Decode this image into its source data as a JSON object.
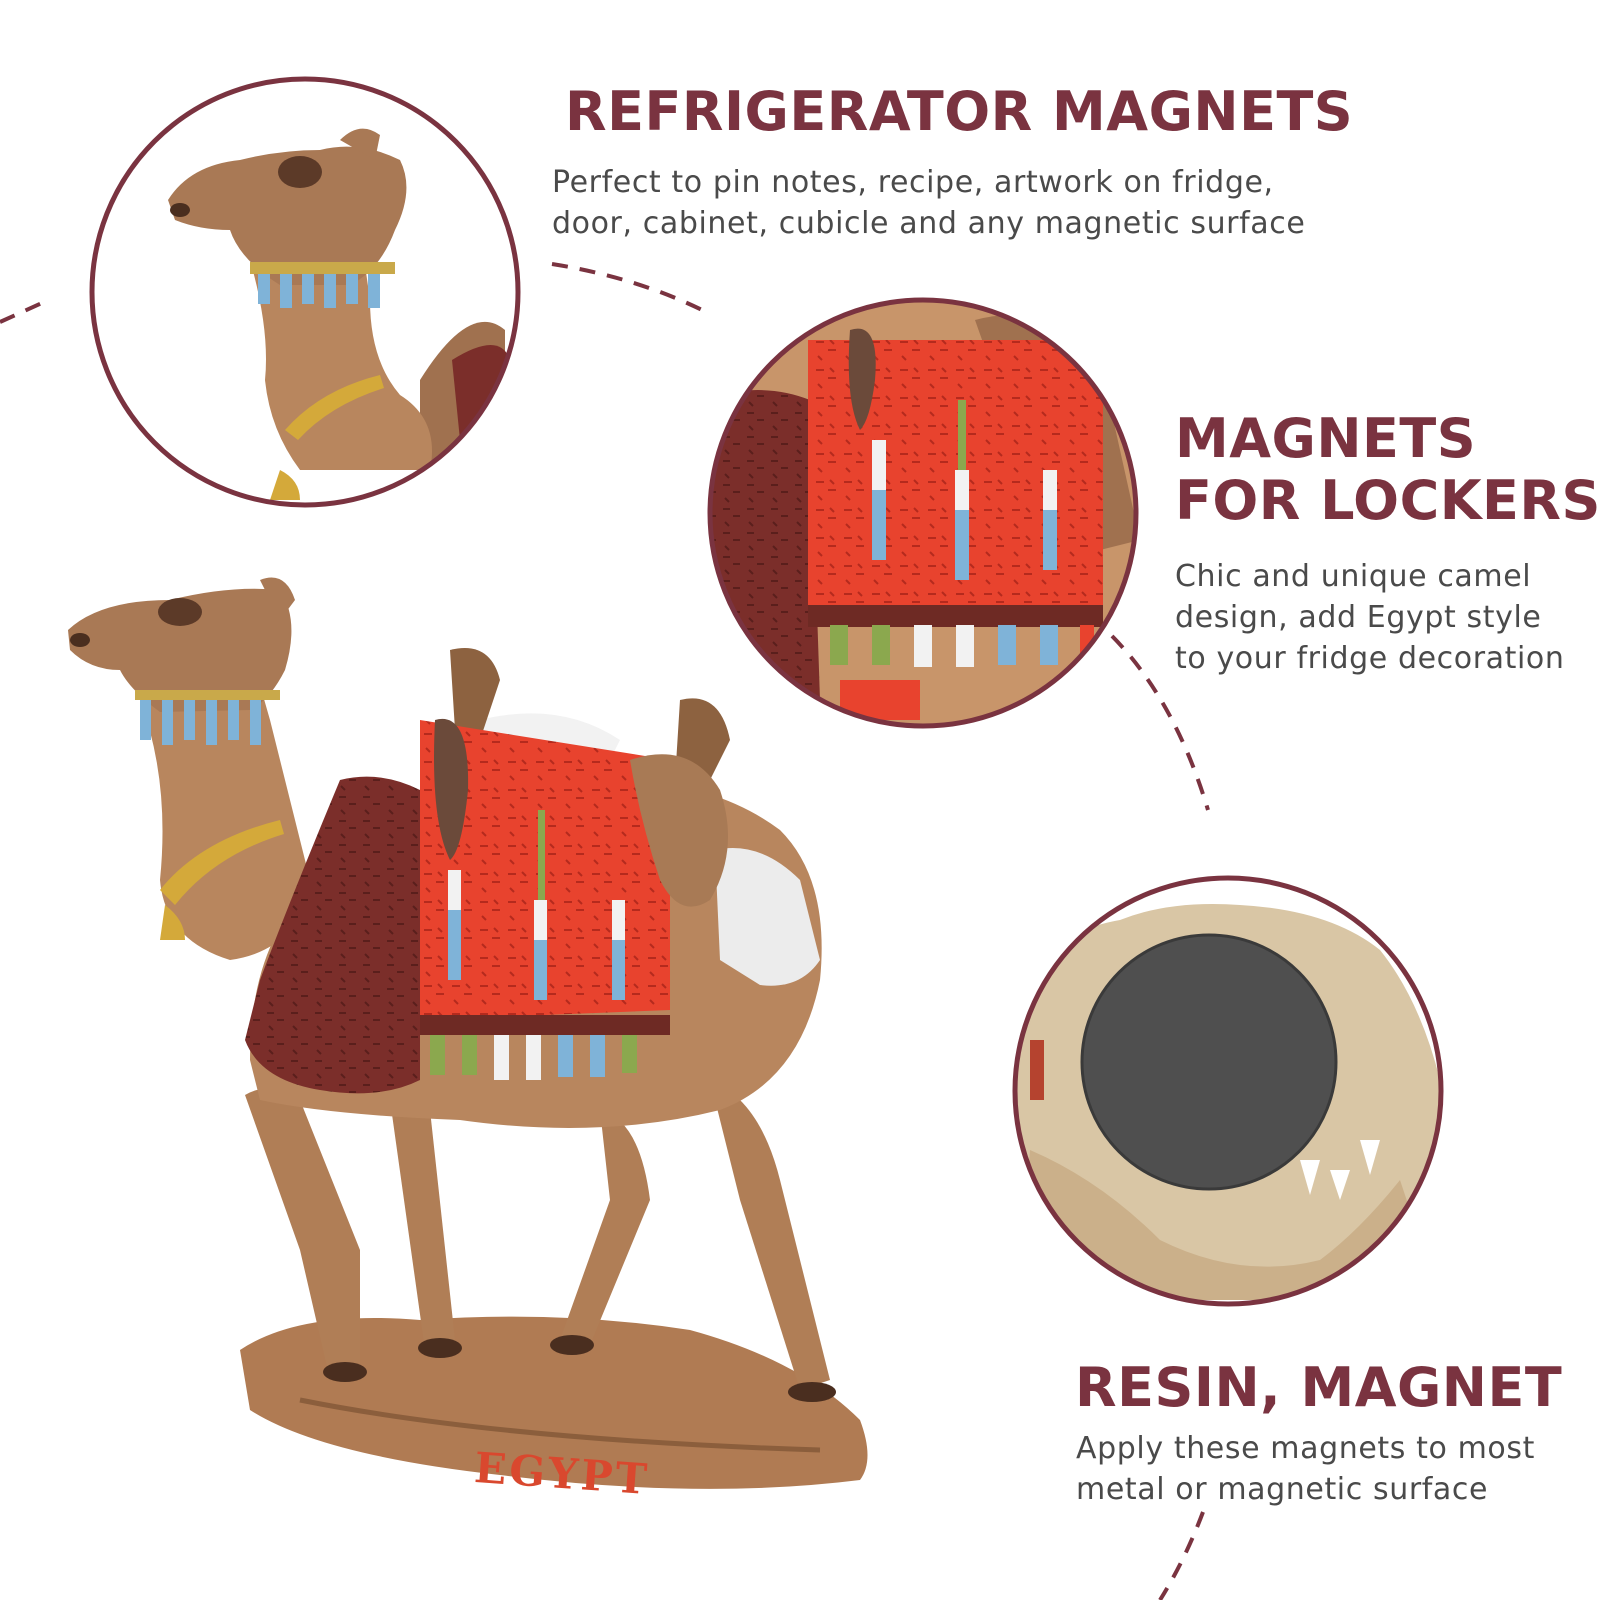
{
  "theme": {
    "accent": "#7a3340",
    "text_dark": "#4a4a4a",
    "camel_tan": "#b8865e",
    "blanket_red": "#e8432e",
    "blanket_maroon": "#7b2e2a",
    "tassel_blue": "#7fb3d8",
    "magnet_gray": "#4f4f4f"
  },
  "sections": [
    {
      "heading": [
        "REFRIGERATOR MAGNETS"
      ],
      "description": [
        "Perfect to pin notes, recipe, artwork on fridge,",
        "door, cabinet, cubicle and any magnetic surface"
      ]
    },
    {
      "heading": [
        "MAGNETS",
        "FOR LOCKERS"
      ],
      "description": [
        "Chic and unique camel",
        "design, add Egypt style",
        "to your fridge decoration"
      ]
    },
    {
      "heading": [
        "RESIN, MAGNET"
      ],
      "description": [
        "Apply these magnets to most",
        "metal or magnetic surface"
      ]
    }
  ],
  "product": {
    "base_label": "EGYPT"
  },
  "icons": {
    "detail_head": "camel-head-detail-photo",
    "detail_saddle": "saddle-blanket-detail-photo",
    "detail_back": "magnet-back-detail-photo",
    "main": "camel-figurine-photo"
  }
}
